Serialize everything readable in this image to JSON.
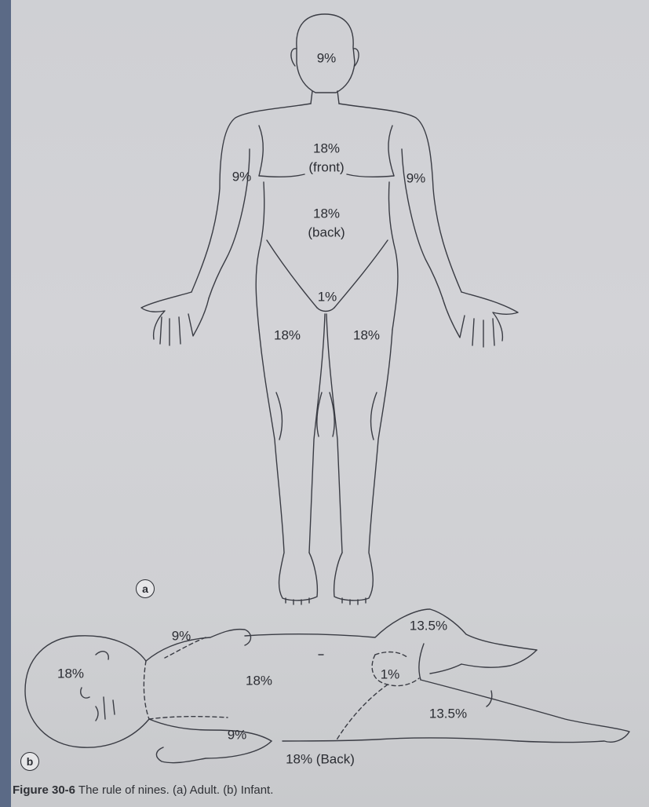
{
  "adult": {
    "head": "9%",
    "chest_value": "18%",
    "chest_note": "(front)",
    "right_arm": "9%",
    "left_arm": "9%",
    "abdomen_value": "18%",
    "abdomen_note": "(back)",
    "groin": "1%",
    "right_leg": "18%",
    "left_leg": "18%",
    "panel": "a"
  },
  "infant": {
    "head": "18%",
    "upper_arm": "9%",
    "trunk": "18%",
    "groin": "1%",
    "upper_leg": "13.5%",
    "lower_leg": "13.5%",
    "lower_arm": "9%",
    "back": "18% (Back)",
    "panel": "b"
  },
  "caption": {
    "number": "Figure 30-6",
    "text": " The rule of nines. (a) Adult. (b) Infant."
  },
  "colors": {
    "paper": "#d1d2d6",
    "ink": "#2b2d33",
    "binding": "#5b6a86"
  }
}
